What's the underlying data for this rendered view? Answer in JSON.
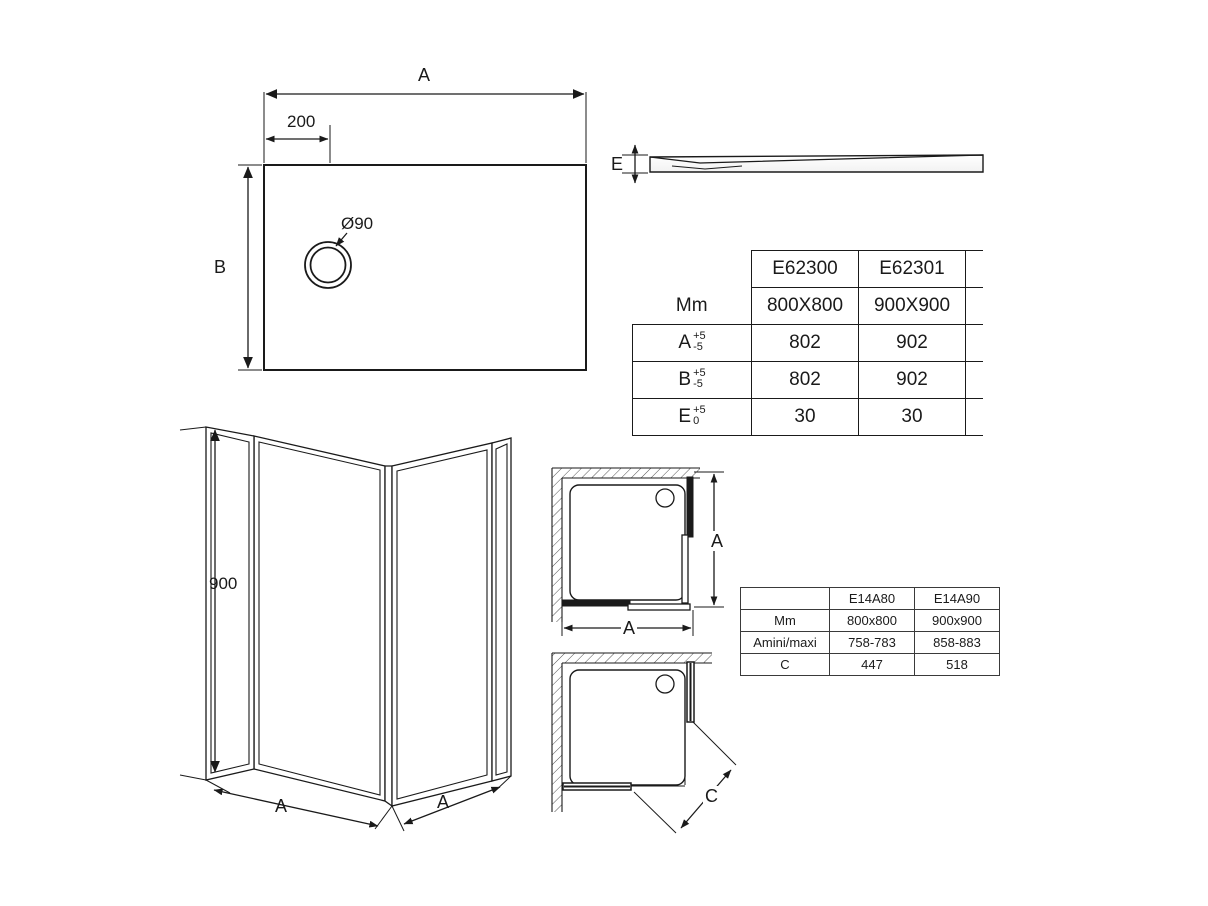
{
  "document": {
    "type": "technical-drawing",
    "subject": "Shower tray and corner shower enclosure dimensioned drawing",
    "background_color": "#ffffff",
    "line_color": "#1a1a1a"
  },
  "tray_plan": {
    "dim_a_label": "A",
    "dim_b_label": "B",
    "dim_200_label": "200",
    "drain_label": "Ø90"
  },
  "tray_section": {
    "dim_e_label": "E"
  },
  "enclosure_iso": {
    "height_label": "900",
    "width_left_label": "A",
    "width_right_label": "A"
  },
  "plan_top": {
    "dim_a_vertical": "A",
    "dim_a_horizontal": "A"
  },
  "plan_bottom": {
    "dim_c": "C"
  },
  "table_main": {
    "unit_label": "Mm",
    "columns": [
      "E62300",
      "E62301"
    ],
    "sizes": [
      "800X800",
      "900X900"
    ],
    "rows": [
      {
        "label": "A",
        "tol_up": "+5",
        "tol_dn": "-5",
        "values": [
          "802",
          "902"
        ]
      },
      {
        "label": "B",
        "tol_up": "+5",
        "tol_dn": "-5",
        "values": [
          "802",
          "902"
        ]
      },
      {
        "label": "E",
        "tol_up": "+5",
        "tol_dn": "0",
        "values": [
          "30",
          "30"
        ]
      }
    ],
    "cut_off_note": ""
  },
  "table_secondary": {
    "unit_label": "Mm",
    "columns": [
      "E14A80",
      "E14A90"
    ],
    "sizes": [
      "800x800",
      "900x900"
    ],
    "rows": [
      {
        "label": "Amini/maxi",
        "values": [
          "758-783",
          "858-883"
        ]
      },
      {
        "label": "C",
        "values": [
          "447",
          "518"
        ]
      }
    ]
  }
}
